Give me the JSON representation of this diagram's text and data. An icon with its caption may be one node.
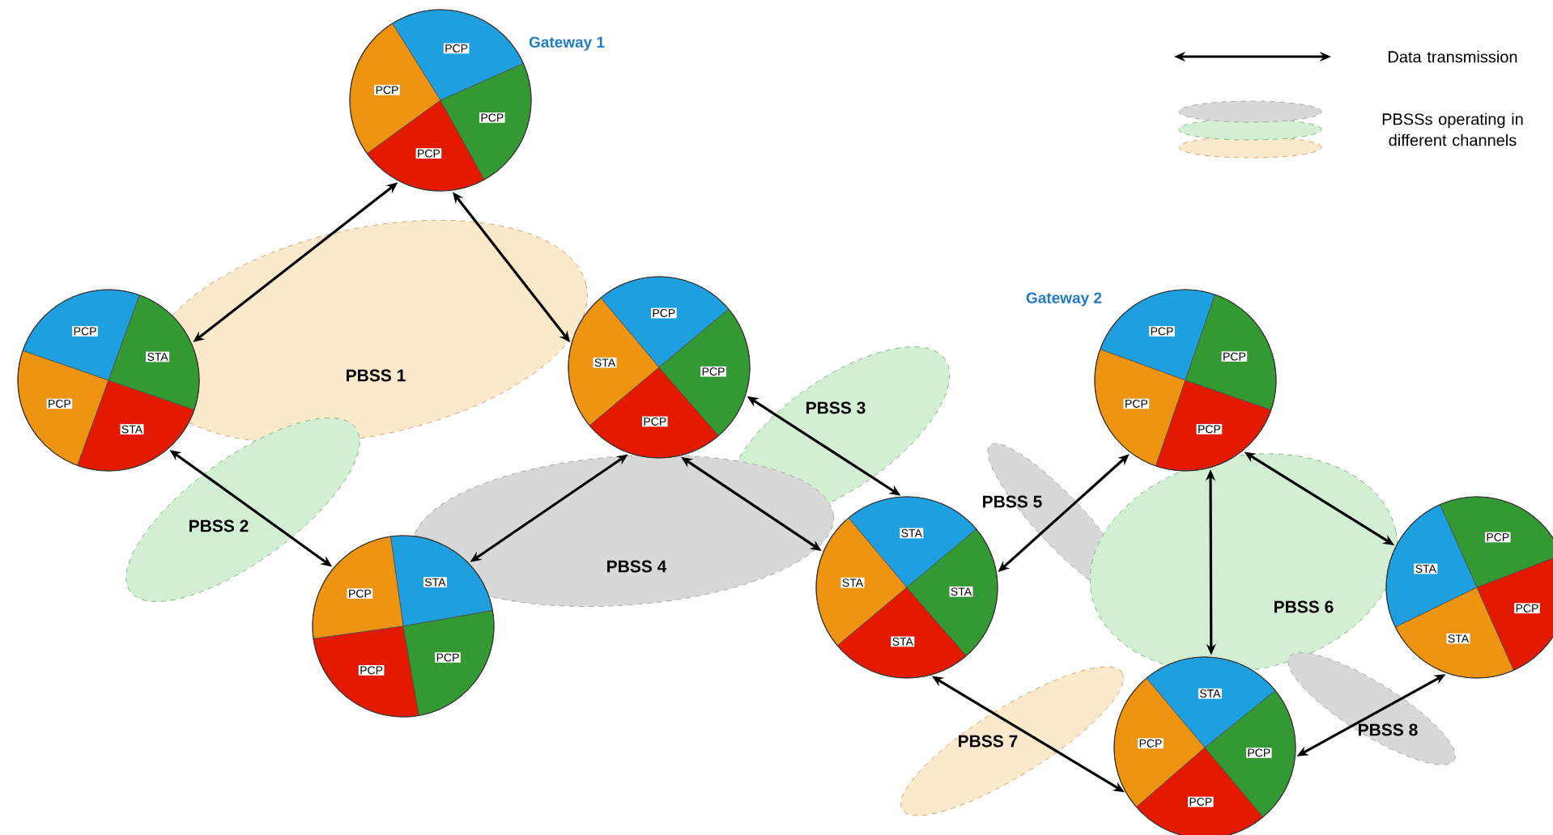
{
  "diagram": {
    "nodes": [
      {
        "text": [
          "PCP",
          "PCP",
          "PCP",
          "PCP"
        ],
        "beside": [
          "Gateway 1"
        ]
      },
      {
        "text": [
          "PCP",
          "PCP",
          "STA",
          "STA"
        ]
      },
      {
        "text": [
          "STA",
          "PCP",
          "PCP",
          "PCP"
        ]
      },
      {
        "text": [
          "PCP",
          "STA",
          "PCP",
          "PCP"
        ]
      },
      {
        "text": [
          "STA",
          "STA",
          "STA",
          "STA"
        ]
      },
      {
        "text": [
          "PCP",
          "PCP",
          "PCP",
          "PCP"
        ],
        "beside": [
          "Gateway 2"
        ]
      },
      {
        "text": [
          "STA",
          "PCP",
          "PCP",
          "PCP"
        ]
      },
      {
        "text": [
          "PCP",
          "STA",
          "STA",
          "PCP"
        ]
      }
    ],
    "edges": [
      {
        "from": 1,
        "to": 0,
        "arrow": "both"
      },
      {
        "from": 0,
        "to": 3,
        "arrow": "both"
      },
      {
        "from": 1,
        "to": 2,
        "arrow": "both"
      },
      {
        "from": 2,
        "to": 3,
        "arrow": "both"
      },
      {
        "from": 3,
        "to": 4,
        "arrow": "both"
      },
      {
        "from": 3,
        "to": 4,
        "arrow": "both"
      },
      {
        "from": 4,
        "to": 5,
        "arrow": "both"
      },
      {
        "from": 4,
        "to": 6,
        "arrow": "both"
      },
      {
        "from": 5,
        "to": 6,
        "arrow": "both"
      },
      {
        "from": 5,
        "to": 7,
        "arrow": "both"
      },
      {
        "from": 6,
        "to": 7,
        "arrow": "both"
      }
    ],
    "labels": [
      "PBSS 1",
      "PBSS 2",
      "PBSS 3",
      "PBSS 4",
      "PBSS 5",
      "PBSS 6",
      "PBSS 7",
      "PBSS 8"
    ],
    "legend": [
      {
        "text": "Data transmission"
      },
      {
        "text": "PBSSs operating in different channels"
      }
    ]
  }
}
